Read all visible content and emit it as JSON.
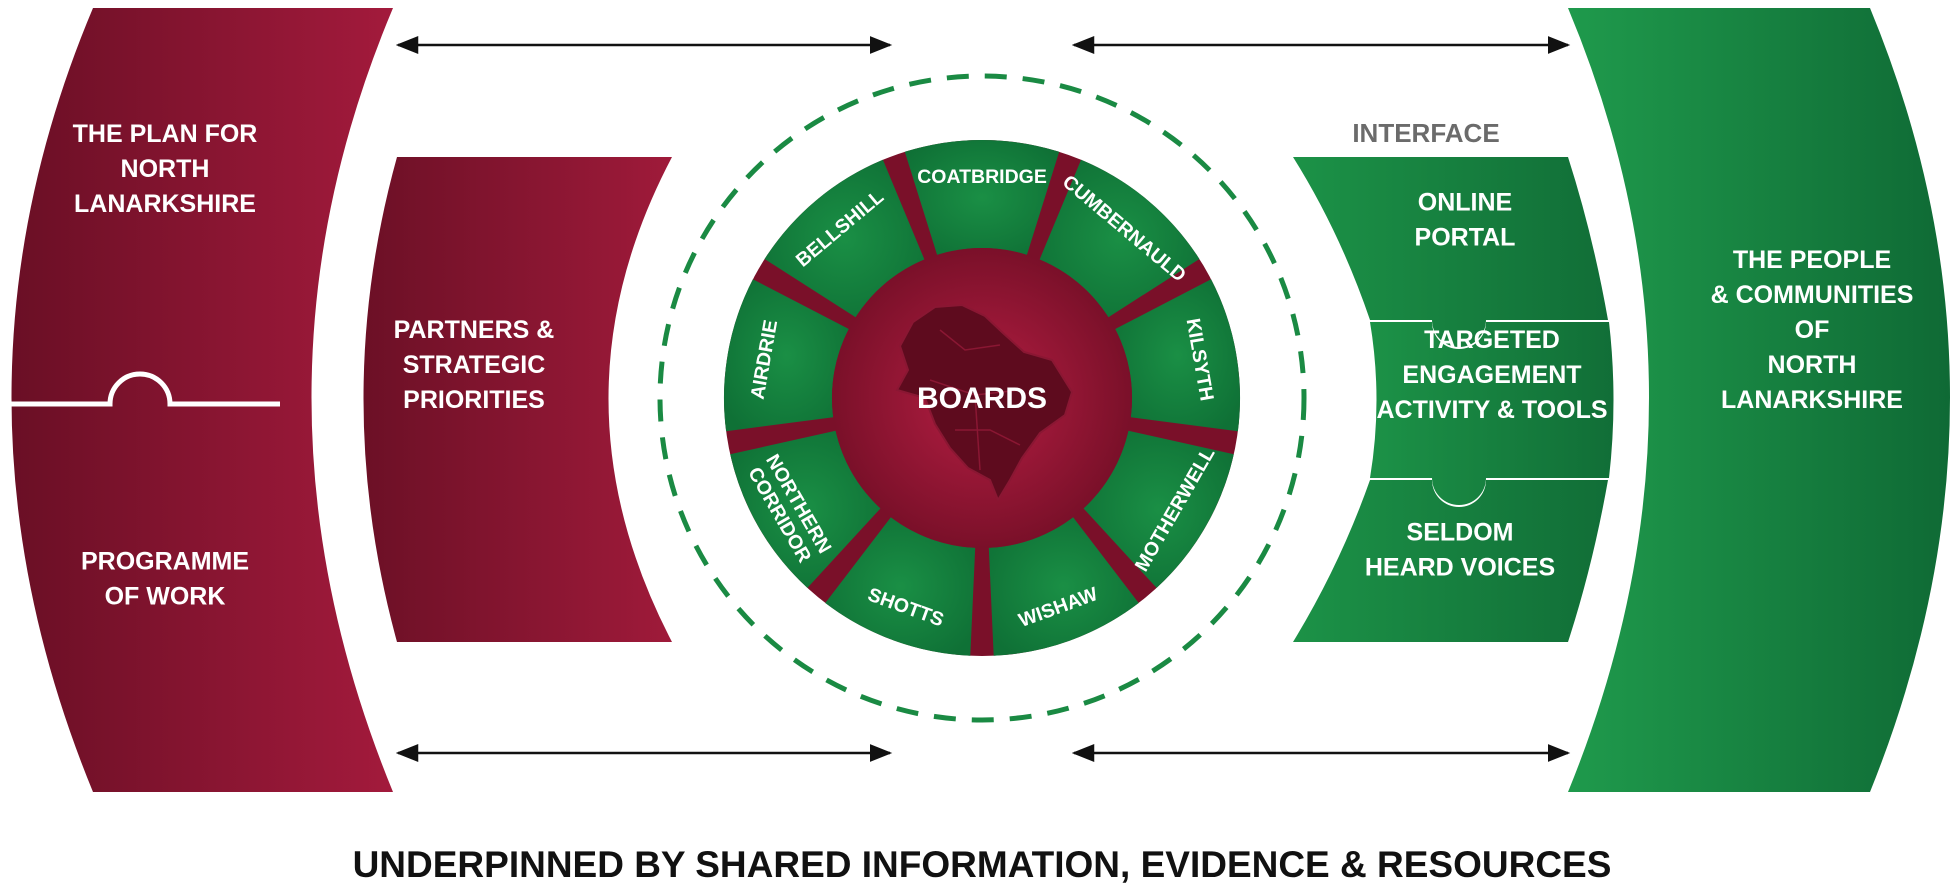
{
  "left_outer": {
    "top_lines": [
      "THE PLAN FOR",
      "NORTH",
      "LANARKSHIRE"
    ],
    "bottom_lines": [
      "PROGRAMME",
      "OF WORK"
    ]
  },
  "left_inner": {
    "lines": [
      "PARTNERS &",
      "STRATEGIC",
      "PRIORITIES"
    ]
  },
  "center": {
    "label": "BOARDS",
    "segments": [
      {
        "lines": [
          "COATBRIDGE"
        ]
      },
      {
        "lines": [
          "CUMBERNAULD"
        ]
      },
      {
        "lines": [
          "KILSYTH"
        ]
      },
      {
        "lines": [
          "MOTHERWELL"
        ]
      },
      {
        "lines": [
          "WISHAW"
        ]
      },
      {
        "lines": [
          "SHOTTS"
        ]
      },
      {
        "lines": [
          "NORTHERN",
          "CORRIDOR"
        ]
      },
      {
        "lines": [
          "AIRDRIE"
        ]
      },
      {
        "lines": [
          "BELLSHILL"
        ]
      }
    ]
  },
  "interface": {
    "heading": "INTERFACE",
    "items": [
      {
        "lines": [
          "ONLINE",
          "PORTAL"
        ]
      },
      {
        "lines": [
          "TARGETED",
          "ENGAGEMENT",
          "ACTIVITY & TOOLS"
        ]
      },
      {
        "lines": [
          "SELDOM",
          "HEARD VOICES"
        ]
      }
    ]
  },
  "right_outer": {
    "lines": [
      "THE PEOPLE",
      "& COMMUNITIES",
      "OF",
      "NORTH",
      "LANARKSHIRE"
    ]
  },
  "footer": "UNDERPINNED BY SHARED INFORMATION, EVIDENCE & RESOURCES",
  "colors": {
    "crimson_dark": "#6a0f25",
    "crimson": "#a31a3c",
    "green_dark": "#0f6a35",
    "green": "#1f9a4c",
    "interface_grey": "#6b6b6b",
    "footer_black": "#111111"
  }
}
